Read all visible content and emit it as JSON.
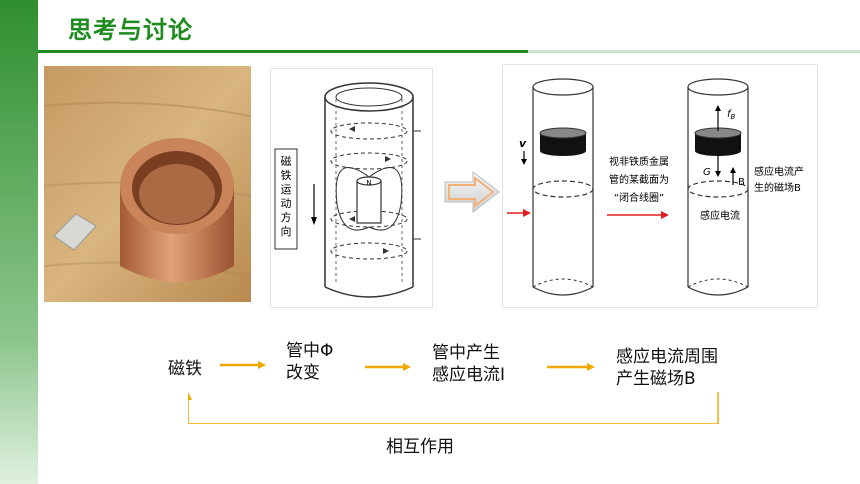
{
  "slide": {
    "title": "思考与讨论",
    "colors": {
      "accent": "#1e8b1e",
      "arrow": "#f0a800",
      "copper": "#c87a4a"
    }
  },
  "diagram_left": {
    "side_label": "磁铁运动方向",
    "side_label_chars": [
      "磁",
      "铁",
      "运",
      "动",
      "方",
      "向"
    ],
    "magnet_label": "N"
  },
  "diagram_right": {
    "v_label": "v",
    "note_lines": [
      "视非铁质金属",
      "管的某截面为",
      "“闭合线圈”"
    ],
    "fb_label": "f",
    "fb_sub": "B",
    "g_label": "G",
    "b_label": "B",
    "field_lines": [
      "感应电流产",
      "生的磁场B"
    ],
    "current_label": "感应电流"
  },
  "flow": {
    "step1": "磁铁",
    "step2": [
      "管中Φ",
      "改变"
    ],
    "step3": [
      "管中产生",
      "感应电流I"
    ],
    "step4": [
      "感应电流周围",
      "产生磁场B"
    ],
    "feedback": "相互作用"
  }
}
